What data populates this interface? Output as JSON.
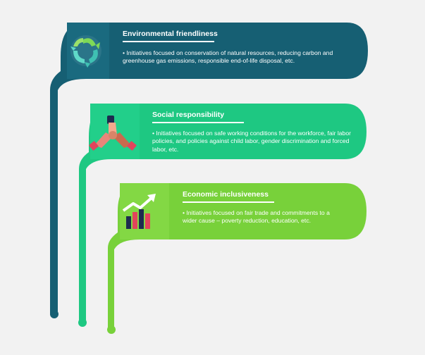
{
  "colors": {
    "background": "#f2f2f2",
    "card1": "#165f73",
    "card1_icon_panel": "#1a6a7f",
    "card2": "#1ec882",
    "card2_icon_panel": "#22cf8a",
    "card3": "#78d13a",
    "card3_icon_panel": "#83d844"
  },
  "cards": [
    {
      "title": "Environmental friendliness",
      "description": "• Initiatives focused on conservation of natural resources, reducing carbon and greenhouse gas emissions, responsible end-of-life disposal, etc.",
      "icon": "recycle-icon"
    },
    {
      "title": "Social responsibility",
      "description": "• Initiatives focused on safe working conditions for the workforce, fair labor policies, and policies against child labor, gender discrimination and forced labor, etc.",
      "icon": "joined-hands-icon"
    },
    {
      "title": "Economic inclusiveness",
      "description": "• Initiatives focused on fair trade and commitments to a wider cause – poverty reduction, education, etc.",
      "icon": "growth-chart-icon"
    }
  ]
}
